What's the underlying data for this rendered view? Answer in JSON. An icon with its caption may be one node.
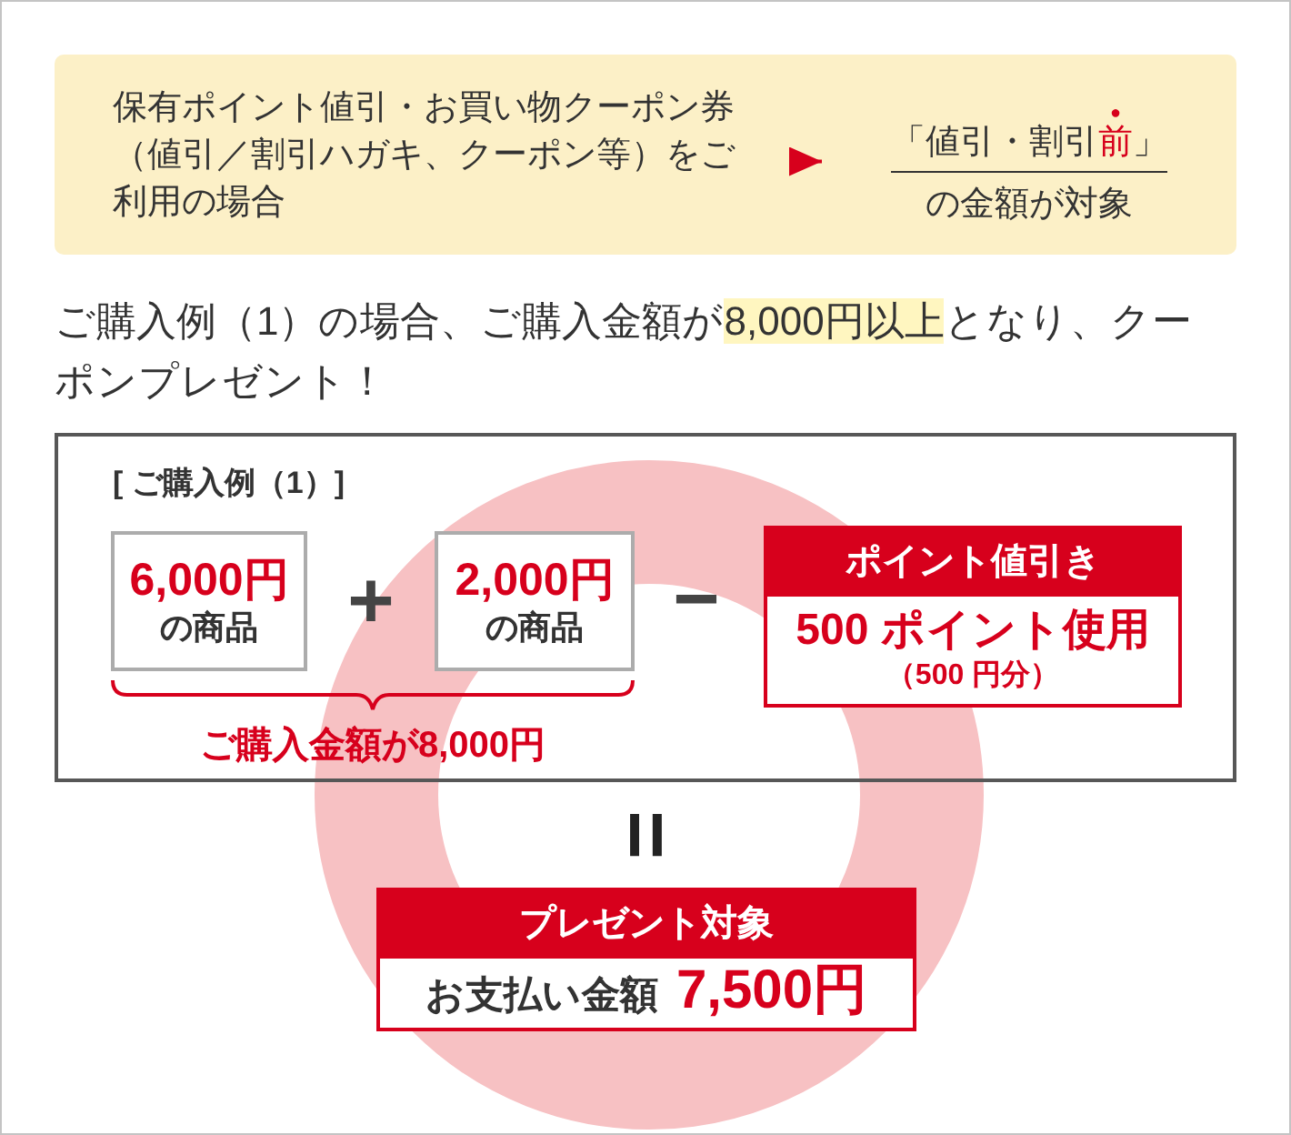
{
  "diagram": {
    "nodes": [
      {
        "text": [],
        "shape": "box"
      },
      {
        "text": [
          "保有ポイント値引・お買い物クーポン券（値引／割引ハガキ、クーポン等）をご利用の場合"
        ],
        "in": 0
      },
      {
        "text": [
          "「値引・割引**前**」",
          "の金額が対象"
        ],
        "in": 0
      },
      {
        "text": [
          "[ ご購入例（1）]"
        ]
      },
      {
        "text": [
          "6,000円",
          "の商品"
        ],
        "in": 3
      },
      {
        "text": [
          "2,000円",
          "の商品"
        ],
        "in": 3
      },
      {
        "text": [
          "ポイント値引き",
          "500 ポイント使用",
          "（500 円分）"
        ],
        "in": 3
      },
      {
        "text": [
          "プレゼント対象",
          "お支払い金額",
          "7,500円"
        ]
      }
    ],
    "edges": [
      {
        "from": 1,
        "to": 2,
        "arrow": "to"
      }
    ],
    "labels": [
      "ご購入例（1）の場合、ご購入金額が**8,000円以上**となり、クーポンプレゼント！",
      "+",
      "−",
      "ご購入金額が8,000円",
      "="
    ]
  }
}
